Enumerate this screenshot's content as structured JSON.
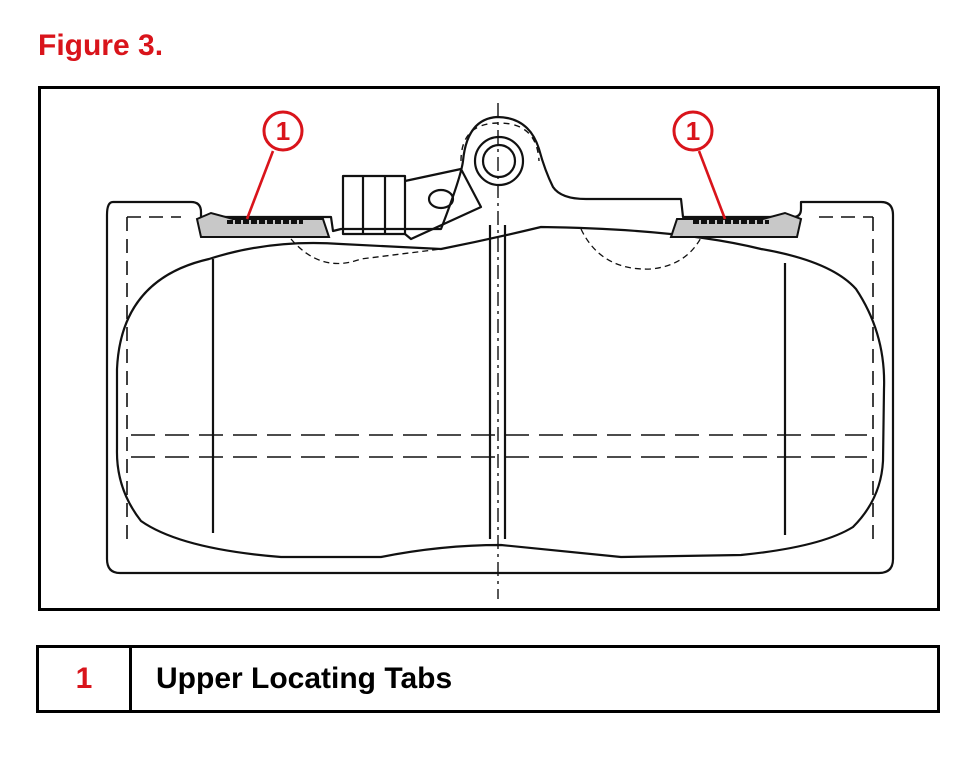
{
  "figure": {
    "title": "Figure 3."
  },
  "callouts": [
    {
      "label": "1"
    },
    {
      "label": "1"
    }
  ],
  "legend": {
    "rows": [
      {
        "number": "1",
        "description": "Upper Locating Tabs"
      }
    ]
  },
  "colors": {
    "accent": "#d9141b",
    "ink": "#111111",
    "tab_fill": "#c8c8c8"
  },
  "icons": {
    "callout": "circled-number-icon"
  }
}
